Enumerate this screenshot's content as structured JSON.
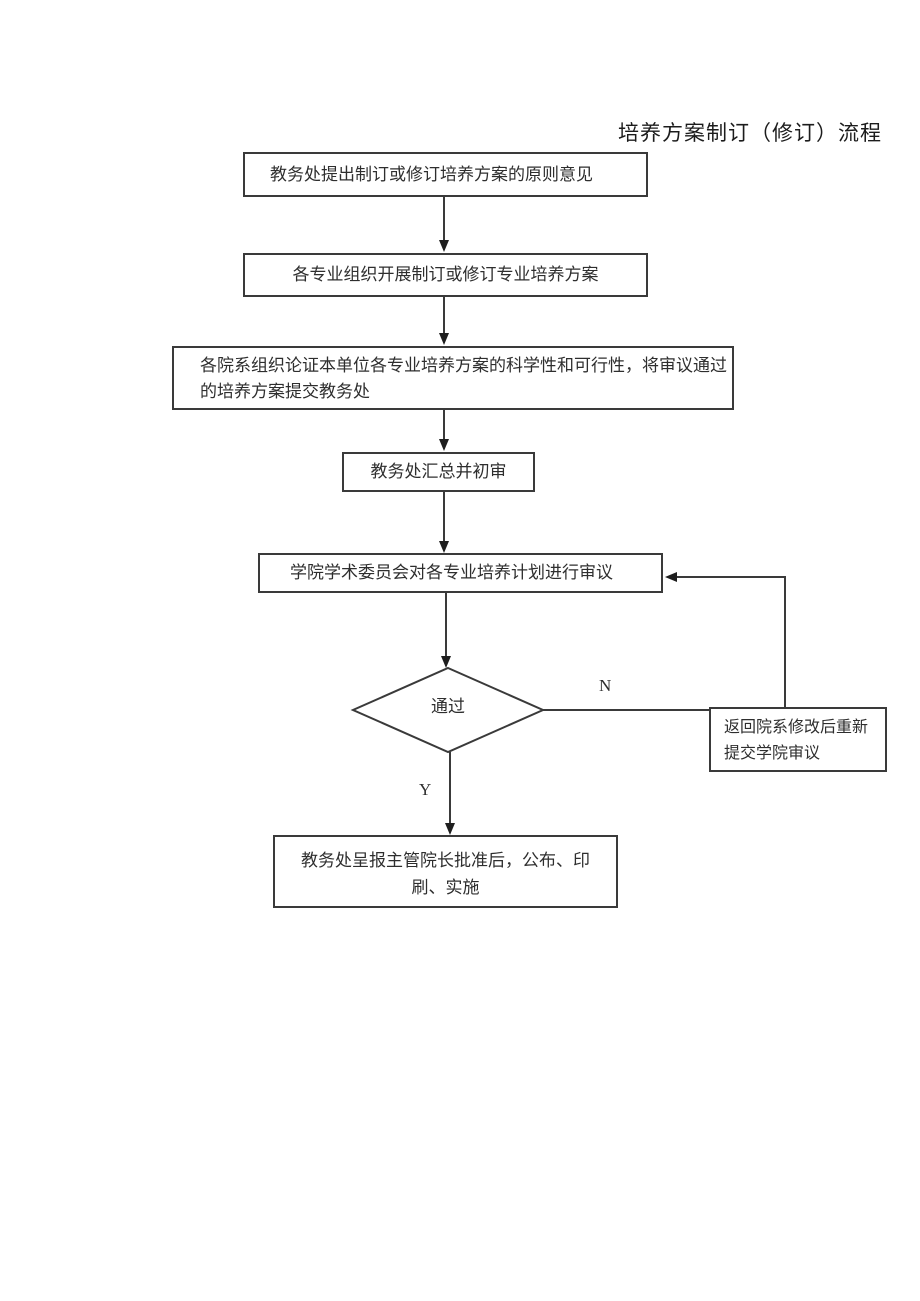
{
  "title": "培养方案制订（修订）流程",
  "flowchart": {
    "nodes": {
      "step1": {
        "label": "教务处提出制订或修订培养方案的原则意见"
      },
      "step2": {
        "label": "各专业组织开展制订或修订专业培养方案"
      },
      "step3": {
        "line1": "各院系组织论证本单位各专业培养方案的科学性和可行性，将审议通过",
        "line2": "的培养方案提交教务处"
      },
      "step4": {
        "label": "教务处汇总并初审"
      },
      "step5": {
        "label": "学院学术委员会对各专业培养计划进行审议"
      },
      "decision": {
        "label": "通过"
      },
      "return_box": {
        "line1": "返回院系修改后重新",
        "line2": "提交学院审议"
      },
      "final": {
        "line1": "教务处呈报主管院长批准后，公布、印",
        "line2": "刷、实施"
      }
    },
    "edge_labels": {
      "no": "N",
      "yes": "Y"
    }
  },
  "colors": {
    "background": "#ffffff",
    "line": "#3a3a3a",
    "text": "#2e2e2e"
  }
}
